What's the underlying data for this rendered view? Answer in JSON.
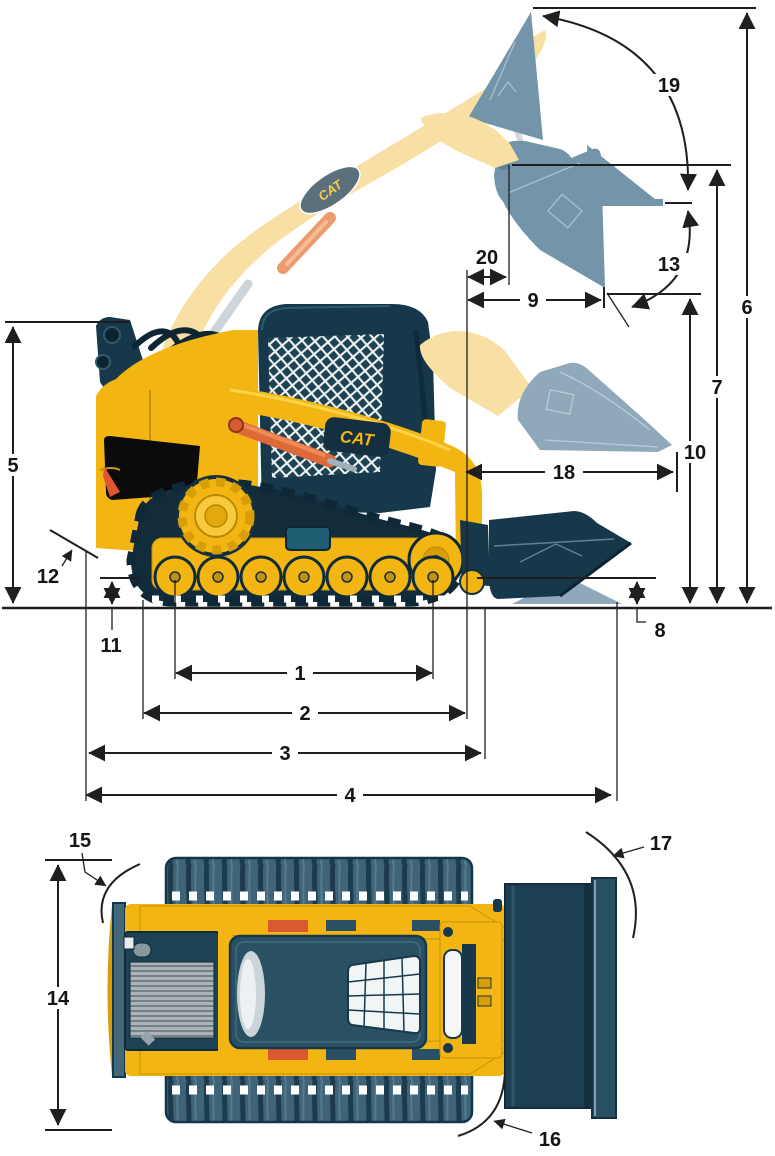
{
  "figure": {
    "kind": "machine-dimension-diagram",
    "subject": "compact track loader with bucket, side view and top view",
    "views": [
      "side",
      "top"
    ]
  },
  "brand": {
    "logo_boom": "CAT",
    "logo_body": "CAT"
  },
  "dims": {
    "d1": "1",
    "d2": "2",
    "d3": "3",
    "d4": "4",
    "d5": "5",
    "d6": "6",
    "d7": "7",
    "d8": "8",
    "d9": "9",
    "d10": "10",
    "d11": "11",
    "d12": "12",
    "d13": "13",
    "d14": "14",
    "d15": "15",
    "d16": "16",
    "d17": "17",
    "d18": "18",
    "d19": "19",
    "d20": "20"
  },
  "colors": {
    "cat_yellow": "#F2B512",
    "cat_yellow_dark": "#D79E06",
    "machine_dark": "#16384A",
    "track_dark": "#122C3C",
    "steel_blue": "#3F6377",
    "ghost_yellow": "#F8E0A4",
    "ghost_blue": "#7495A9",
    "ghost_blue_light": "#8FA9BA",
    "cylinder_orange": "#DE6A3A",
    "dim_line": "#1F1F1F",
    "background": "#FFFFFF"
  }
}
